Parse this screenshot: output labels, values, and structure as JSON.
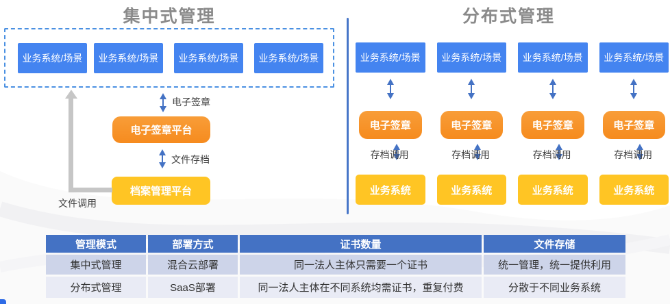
{
  "left": {
    "title": "集中式管理",
    "business_boxes": [
      "业务系统/场景",
      "业务系统/场景",
      "业务系统/场景",
      "业务系统/场景"
    ],
    "esign_flow_label": "电子签章",
    "esign_platform": "电子签章平台",
    "archive_flow_label": "文件存档",
    "archive_platform": "档案管理平台",
    "file_call_label": "文件调用"
  },
  "right": {
    "title": "分布式管理",
    "columns": [
      {
        "business": "业务系统/场景",
        "esign": "电子签章",
        "archive_label": "存档调用",
        "system": "业务系统"
      },
      {
        "business": "业务系统/场景",
        "esign": "电子签章",
        "archive_label": "存档调用",
        "system": "业务系统"
      },
      {
        "business": "业务系统/场景",
        "esign": "电子签章",
        "archive_label": "存档调用",
        "system": "业务系统"
      },
      {
        "business": "业务系统/场景",
        "esign": "电子签章",
        "archive_label": "存档调用",
        "system": "业务系统"
      }
    ]
  },
  "table": {
    "headers": [
      "管理模式",
      "部署方式",
      "证书数量",
      "文件存储"
    ],
    "rows": [
      [
        "集中式管理",
        "混合云部署",
        "同一法人主体只需要一个证书",
        "统一管理，统一提供利用"
      ],
      [
        "分布式管理",
        "SaaS部署",
        "同一法人主体在不同系统均需证书，重复付费",
        "分散于不同业务系统"
      ]
    ]
  },
  "colors": {
    "business_blue": "#4484f0",
    "esign_orange": "#f7941e",
    "system_yellow": "#ffc524",
    "arrow_blue": "#4472c4",
    "divider_blue": "#4776c8",
    "table_header_blue": "#4472c4",
    "table_row1": "#cdd4e9",
    "table_row2": "#e9ebf5",
    "title_gray": "#8a8a8a",
    "gray_arrow": "#c6c6c6",
    "dashed_border": "#4a90e2"
  }
}
